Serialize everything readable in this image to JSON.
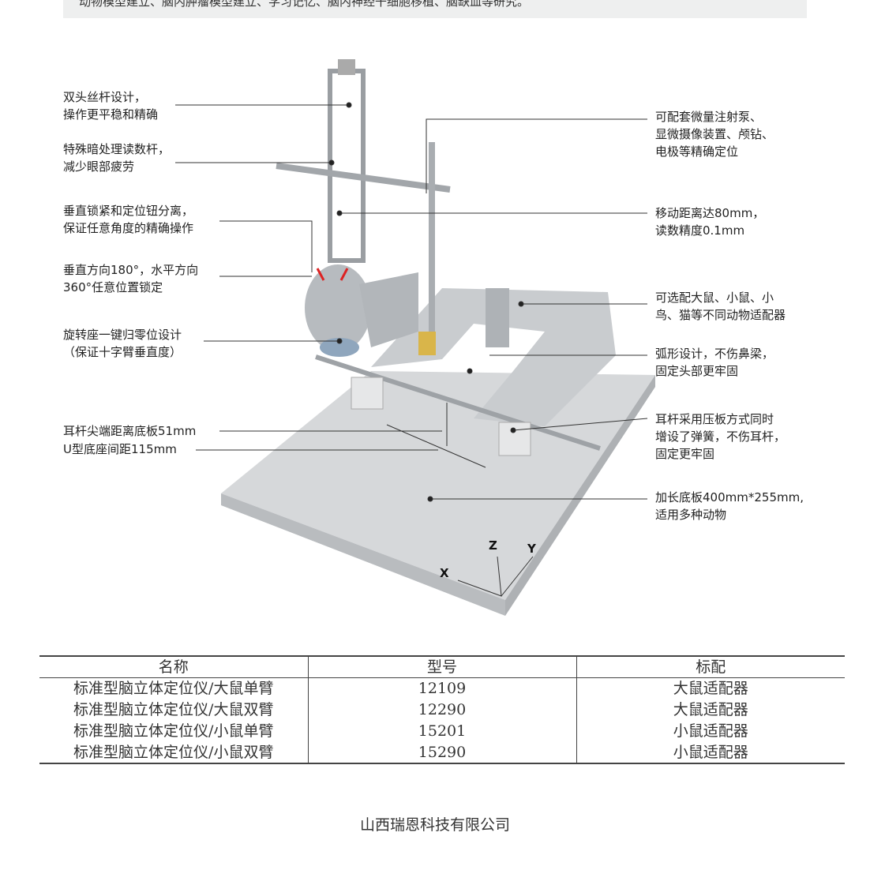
{
  "banner_text": "动物模型建立、脑内肿瘤模型建立、学习记忆、脑内神经干细胞移植、脑缺血等研究。",
  "left_labels": [
    [
      "双头丝杆设计，",
      "操作更平稳和精确"
    ],
    [
      "特殊暗处理读数杆，",
      "减少眼部疲劳"
    ],
    [
      "垂直锁紧和定位钮分离，",
      "保证任意角度的精确操作"
    ],
    [
      "垂直方向180°，水平方向",
      "360°任意位置锁定"
    ],
    [
      "旋转座一键归零位设计",
      "（保证十字臂垂直度）"
    ],
    [
      "耳杆尖端距离底板51mm"
    ],
    [
      "U型底座间距115mm"
    ]
  ],
  "right_labels": [
    [
      "可配套微量注射泵、",
      "显微摄像装置、颅钻、",
      "电极等精确定位"
    ],
    [
      "移动距离达80mm，",
      "读数精度0.1mm"
    ],
    [
      "可选配大鼠、小鼠、小",
      "鸟、猫等不同动物适配器"
    ],
    [
      "弧形设计，不伤鼻梁，",
      "固定头部更牢固"
    ],
    [
      "耳杆采用压板方式同时",
      "增设了弹簧，不伤耳杆，",
      "固定更牢固"
    ],
    [
      "加长底板400mm*255mm,",
      "适用多种动物"
    ]
  ],
  "axes": {
    "z": "Z",
    "y": "Y",
    "x": "X"
  },
  "table": {
    "headers": [
      "名称",
      "型号",
      "标配"
    ],
    "rows": [
      [
        "标准型脑立体定位仪/大鼠单臂",
        "12109",
        "大鼠适配器"
      ],
      [
        "标准型脑立体定位仪/大鼠双臂",
        "12290",
        "大鼠适配器"
      ],
      [
        "标准型脑立体定位仪/小鼠单臂",
        "15201",
        "小鼠适配器"
      ],
      [
        "标准型脑立体定位仪/小鼠双臂",
        "15290",
        "小鼠适配器"
      ]
    ]
  },
  "footer": "山西瑞恩科技有限公司"
}
